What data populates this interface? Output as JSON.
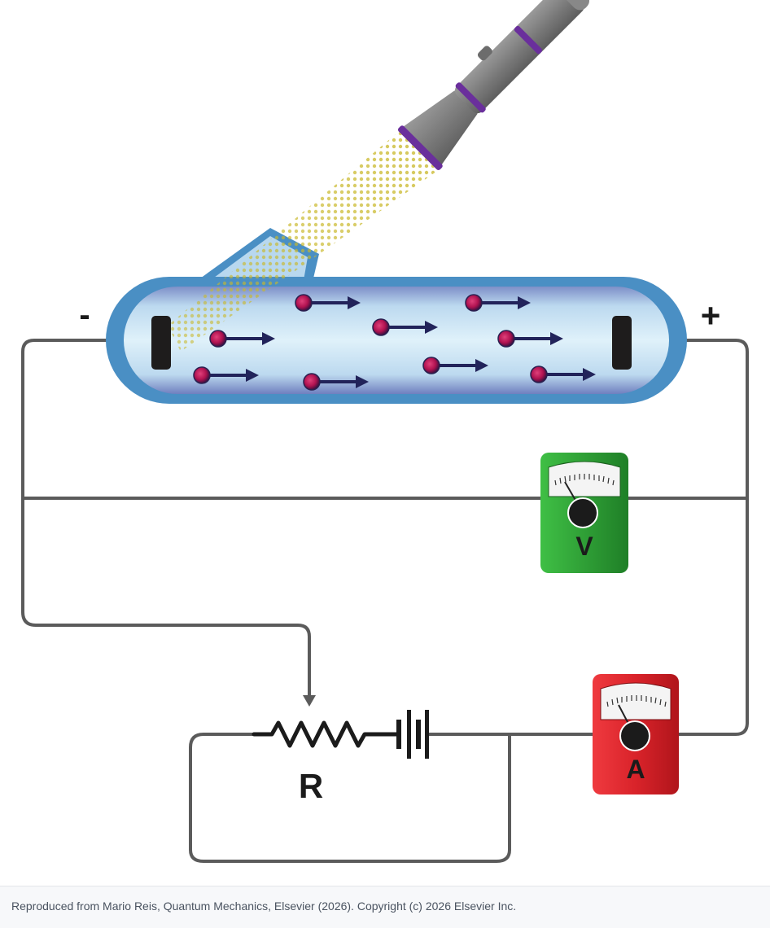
{
  "labels": {
    "cathode_sign": "-",
    "anode_sign": "+",
    "voltmeter": "V",
    "ammeter": "A",
    "resistor": "R"
  },
  "caption": "Reproduced from Mario Reis, Quantum Mechanics, Elsevier (2026). Copyright (c) 2026 Elsevier Inc.",
  "colors": {
    "wire": "#5b5b5b",
    "tube_outer": "#4a8fc4",
    "tube_inner": "#d6ecf7",
    "electron": "#c2185b",
    "electron_arrow": "#22235a",
    "light_dots": "#c9b82a",
    "flashlight_body": "#7d7d7d",
    "flashlight_band": "#6a2f9c",
    "voltmeter_body": "#2c9a33",
    "ammeter_body": "#d9232a",
    "electrode": "#1e1c1c"
  }
}
